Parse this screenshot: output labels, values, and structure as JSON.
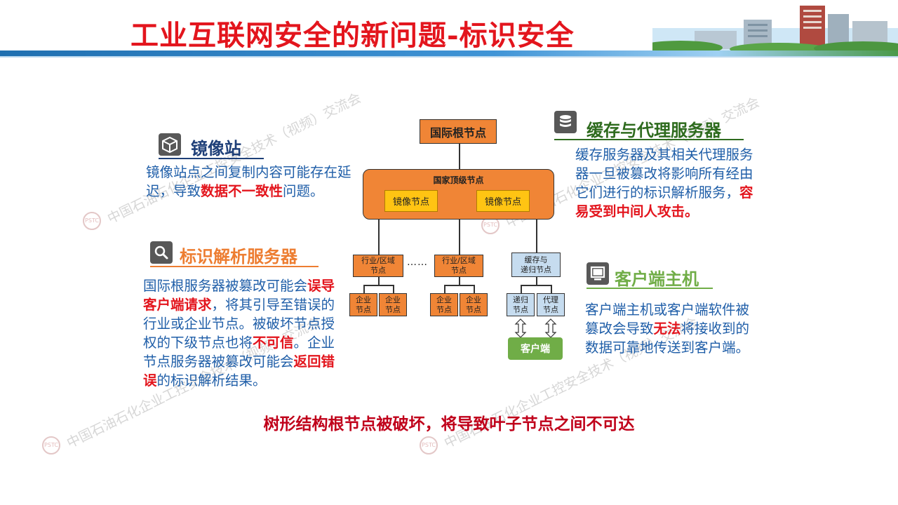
{
  "title": "工业互联网安全的新问题-标识安全",
  "watermark": {
    "text": "中国石油石化企业工控安全技术（视频）交流会",
    "logo": "PSTC"
  },
  "sections": {
    "mirror": {
      "icon": "cube-icon",
      "title": "镜像站",
      "body": [
        {
          "t": "镜像站点之间复制内容可能存在延迟，导致"
        },
        {
          "t": "数据不一致性",
          "r": true
        },
        {
          "t": "问题。"
        }
      ]
    },
    "resolver": {
      "icon": "search-icon",
      "title": "标识解析服务器",
      "body": [
        {
          "t": "国际根服务器被篡改可能会"
        },
        {
          "t": "误导客户端请求",
          "r": true
        },
        {
          "t": "，将其引导至错误的行业或企业节点。被破坏节点授权的下级节点也将"
        },
        {
          "t": "不可信",
          "r": true
        },
        {
          "t": "。企业节点服务器被篡改可能会"
        },
        {
          "t": "返回错误",
          "r": true
        },
        {
          "t": "的标识解析结果。"
        }
      ]
    },
    "cache": {
      "icon": "database-icon",
      "title": "缓存与代理服务器",
      "body": [
        {
          "t": "缓存服务器及其相关代理服务器一旦被篡改将影响所有经由它们进行的标识解析服务，"
        },
        {
          "t": "容易受到中间人攻击。",
          "r": true
        }
      ]
    },
    "client": {
      "icon": "monitor-icon",
      "title": "客户端主机",
      "body": [
        {
          "t": "客户端主机或客户端软件被篡改会导致"
        },
        {
          "t": "无法",
          "r": true
        },
        {
          "t": "将接收到的数据可靠地传送到客户端。"
        }
      ]
    }
  },
  "diagram": {
    "root": "国际根节点",
    "top": "国家顶级节点",
    "mirror1": "镜像节点",
    "mirror2": "镜像节点",
    "industry1": "行业/区域\n节点",
    "industry2": "行业/区域\n节点",
    "ellipsis": "……",
    "cache": "缓存与\n递归节点",
    "ent1": "企业\n节点",
    "ent2": "企业\n节点",
    "ent3": "企业\n节点",
    "ent4": "企业\n节点",
    "recursive": "递归\n节点",
    "proxy": "代理\n节点",
    "client": "客户端"
  },
  "bottom": "树形结构根节点被破坏，将导致叶子节点之间不可达",
  "colors": {
    "title_red": "#e3151d",
    "body_blue": "#1f5ea8",
    "node_orange": "#f08536",
    "node_yellow": "#ffc413",
    "node_blue": "#c6dcef",
    "node_green": "#70ad47"
  }
}
